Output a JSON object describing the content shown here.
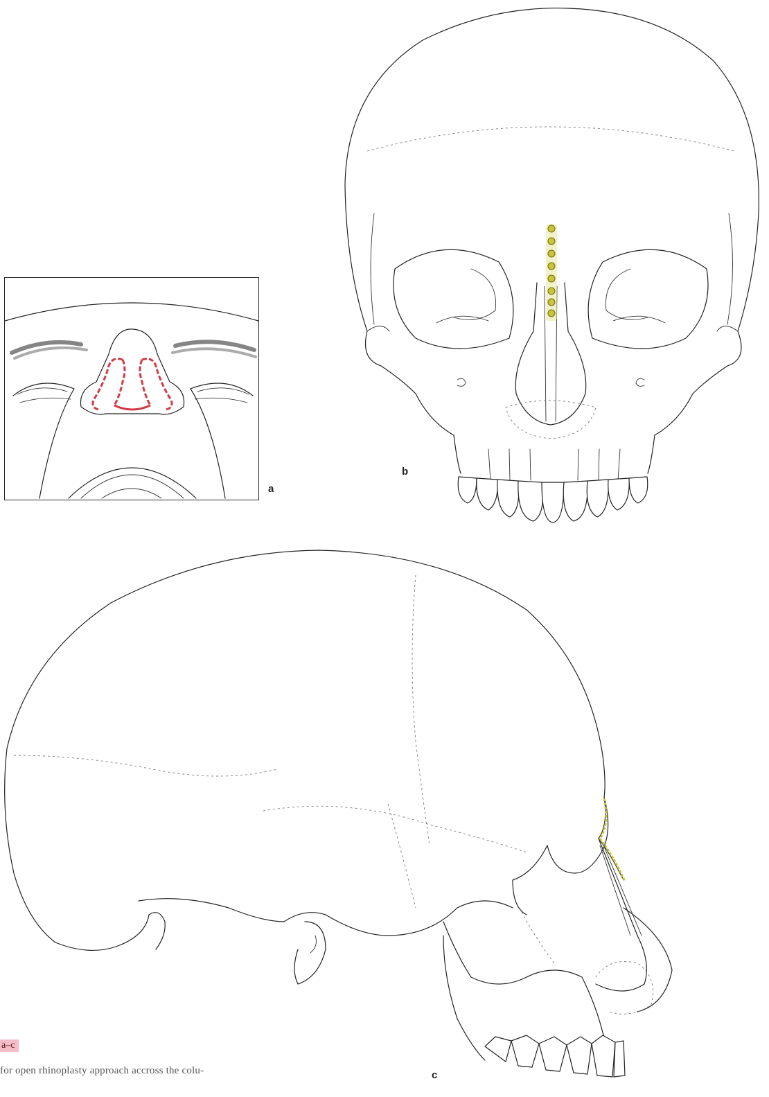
{
  "panels": {
    "a": {
      "label": "a"
    },
    "b": {
      "label": "b"
    },
    "c": {
      "label": "c"
    }
  },
  "caption": {
    "tag": "a–c",
    "text": "for open rhinoplasty approach accross the colu-"
  },
  "colors": {
    "incision": "#d23a46",
    "plate": "#c9c43a",
    "line": "#222222",
    "caption_tag_bg": "#f4bcc6"
  }
}
